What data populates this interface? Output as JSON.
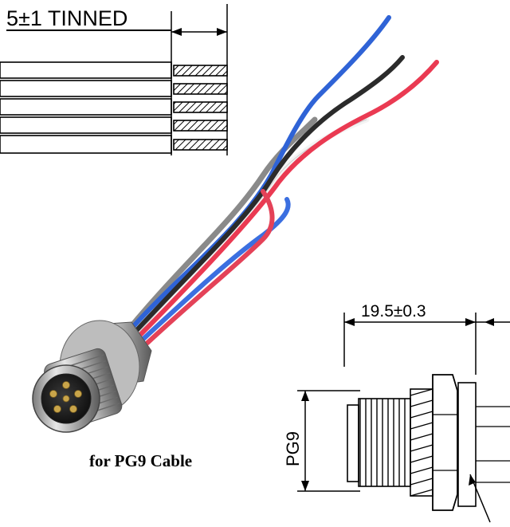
{
  "top_dimension": {
    "label": "5±1 TINNED"
  },
  "bottom_dimension": {
    "length_label": "19.5±0.3",
    "thread_label": "PG9"
  },
  "caption": {
    "text": "for PG9 Cable"
  },
  "colors": {
    "wire_blue": "#2f63d6",
    "wire_black": "#2b2b2b",
    "wire_red": "#ea3a52",
    "wire_white": "#f2f2f2",
    "wire_gray": "#8a8a8a",
    "metal_light": "#d9d9d9",
    "metal_dark": "#6e6e6e",
    "pin_gold": "#c9a54a"
  }
}
